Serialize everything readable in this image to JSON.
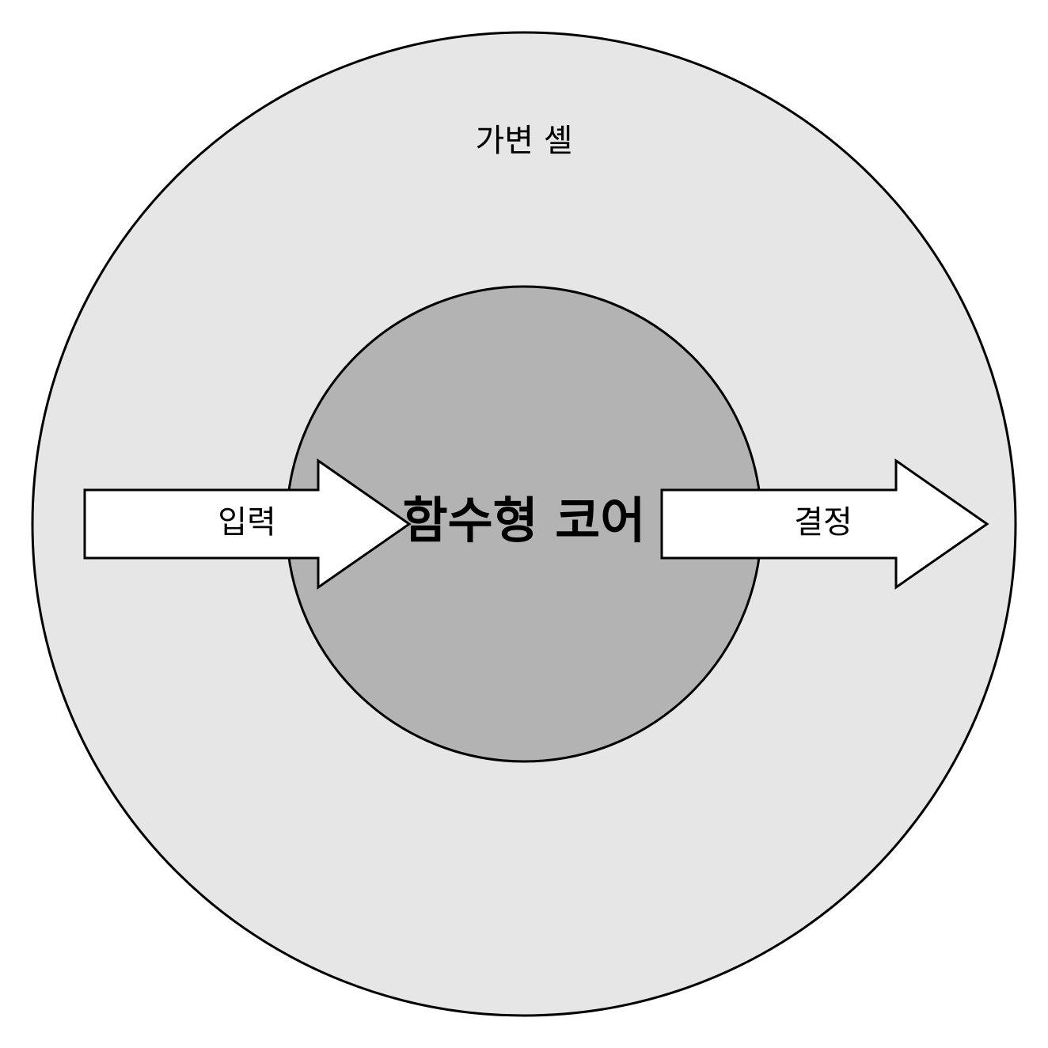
{
  "diagram": {
    "outer": {
      "label": "가변 셸",
      "fill": "#e6e6e6",
      "stroke": "#000000"
    },
    "inner": {
      "label": "함수형 코어",
      "fill": "#b3b3b3",
      "stroke": "#000000"
    },
    "input_arrow": {
      "label": "입력",
      "fill": "#ffffff",
      "stroke": "#000000"
    },
    "output_arrow": {
      "label": "결정",
      "fill": "#ffffff",
      "stroke": "#000000"
    }
  }
}
